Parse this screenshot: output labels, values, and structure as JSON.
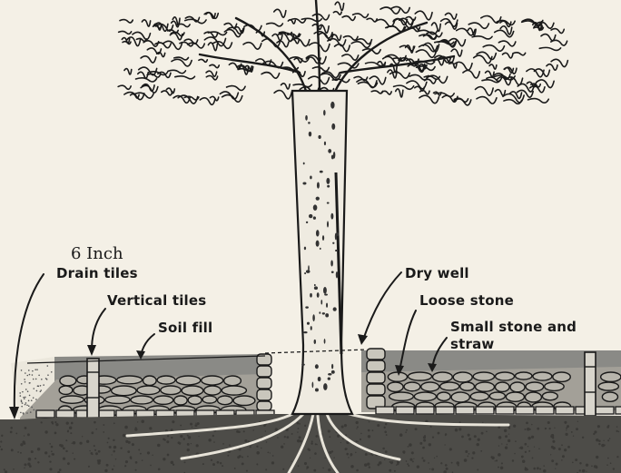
{
  "labels": {
    "six_inch": "6 Inch",
    "drain_tiles": "Drain tiles",
    "vertical_tiles": "Vertical tiles",
    "soil_fill": "Soil fill",
    "dry_well": "Dry well",
    "loose_stone": "Loose stone",
    "small_stone_line1": "Small stone and",
    "small_stone_line2": "straw"
  },
  "colors": {
    "background": "#f4f0e6",
    "ink": "#1a1a1a",
    "ground": "#4a4a46",
    "soil_fill": "#8a8a86",
    "stone": "#9a9890",
    "trunk": "#eeeae0"
  }
}
